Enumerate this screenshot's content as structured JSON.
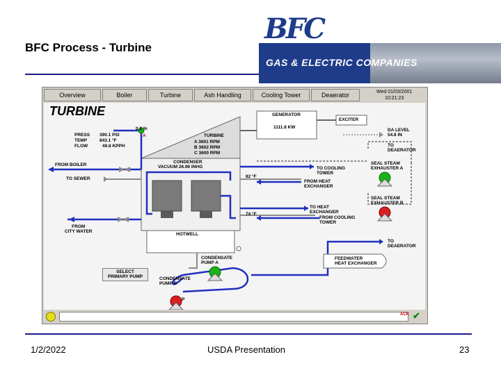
{
  "slide": {
    "title": "BFC Process - Turbine",
    "logo_mark": "BFC",
    "logo_text": "GAS & ELECTRIC COMPANIES",
    "footer_date": "1/2/2022",
    "footer_center": "USDA Presentation",
    "footer_page": "23"
  },
  "tabs": [
    "Overview",
    "Boiler",
    "Turbine",
    "Ash Handling",
    "Cooling Tower",
    "Deaerator"
  ],
  "datetime": {
    "line1": "Wed 01/03/2001",
    "line2": "10:21:23"
  },
  "diagram": {
    "title": "TURBINE",
    "valve_pct": "0.2 %",
    "valve_flag": "A",
    "press_label": "PRESS",
    "press_value": "390.1 PSI",
    "temp_label": "TEMP",
    "temp_value": "843.1 °F",
    "flow_label": "FLOW",
    "flow_value": "49.8 KPPH",
    "turbine_label": "TURBINE",
    "speed_a": "A  3601   RPM",
    "speed_b": "B  3602   RPM",
    "speed_c": "C  3600   RPM",
    "generator": "GENERATOR",
    "gen_value": "1111.8   KW",
    "exciter": "EXCITER",
    "condenser": "CONDENSER",
    "vacuum": "VACUUM   26.96   INHG",
    "hotwell": "HOTWELL",
    "from_boiler": "FROM BOILER",
    "to_sewer": "TO SEWER",
    "from_city_water": "FROM\nCITY WATER",
    "to_cooling_tower": "TO COOLING\nTOWER",
    "from_heat_exchanger": "FROM HEAT\nEXCHANGER",
    "to_heat_exchanger": "TO HEAT\nEXCHANGER",
    "from_cooling_tower": "FROM COOLING\nTOWER",
    "temp_1": "82 °F",
    "temp_2": "74 °F",
    "da_level": "DA LEVEL\n54.8 IN",
    "to_deaerator_1": "TO\nDEAERATOR",
    "to_deaerator_2": "TO\nDEAERATOR",
    "seal_steam_a": "SEAL STEAM\nEXHAUSTER A",
    "seal_steam_b": "SEAL STEAM\nEXHAUSTER B",
    "condensate_pump_a": "CONDENSATE\nPUMP A",
    "condensate_pump_b": "CONDENSATE\nPUMP B",
    "feedwater_hx": "FEEDWATER\nHEAT EXCHANGER",
    "select_primary": "SELECT\nPRIMARY PUMP",
    "pump_b_flag": "P"
  },
  "statusbar": {
    "ack": "ACK"
  },
  "colors": {
    "pipe": "#1f2fbf",
    "pipe_gray": "#8a8a8a",
    "pump_on": "#19b319",
    "pump_off": "#d92020"
  }
}
